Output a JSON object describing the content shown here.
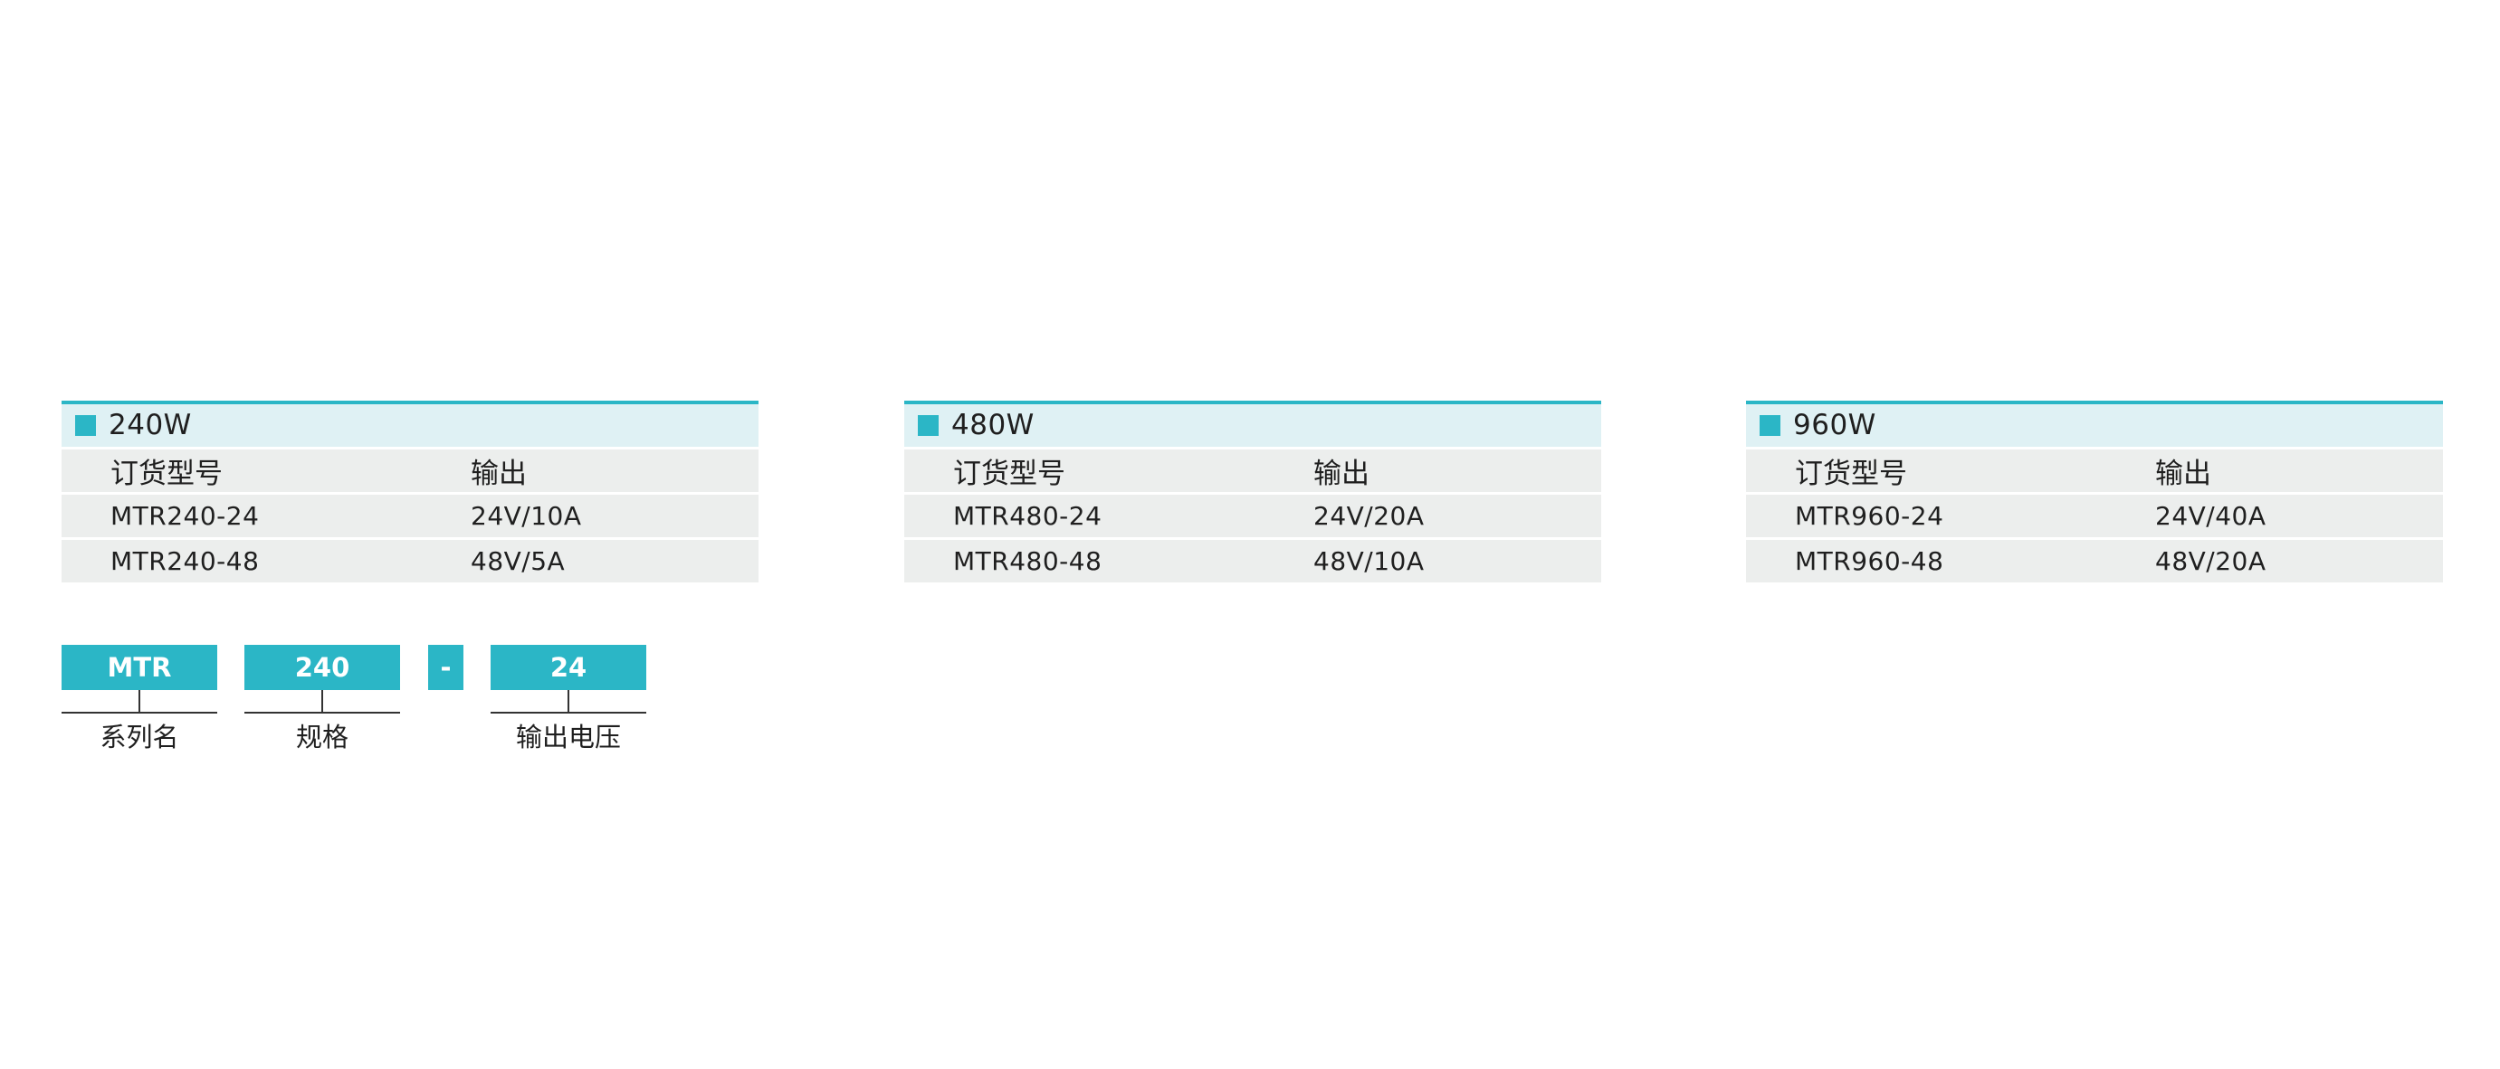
{
  "tables": [
    {
      "title": "240W",
      "headers": [
        "订货型号",
        "输出"
      ],
      "rows": [
        [
          "MTR240-24",
          "24V/10A"
        ],
        [
          "MTR240-48",
          "48V/5A"
        ]
      ]
    },
    {
      "title": "480W",
      "headers": [
        "订货型号",
        "输出"
      ],
      "rows": [
        [
          "MTR480-24",
          "24V/20A"
        ],
        [
          "MTR480-48",
          "48V/10A"
        ]
      ]
    },
    {
      "title": "960W",
      "headers": [
        "订货型号",
        "输出"
      ],
      "rows": [
        [
          "MTR960-24",
          "24V/40A"
        ],
        [
          "MTR960-48",
          "48V/20A"
        ]
      ]
    }
  ],
  "code": {
    "series": "MTR",
    "spec": "240",
    "dash": "-",
    "voltage": "24",
    "labels": {
      "series": "系列名",
      "spec": "规格",
      "voltage": "输出电压"
    }
  },
  "colors": {
    "accent": "#2bb6c6",
    "header_bg": "#dff1f4",
    "row_bg": "#eceeed"
  }
}
